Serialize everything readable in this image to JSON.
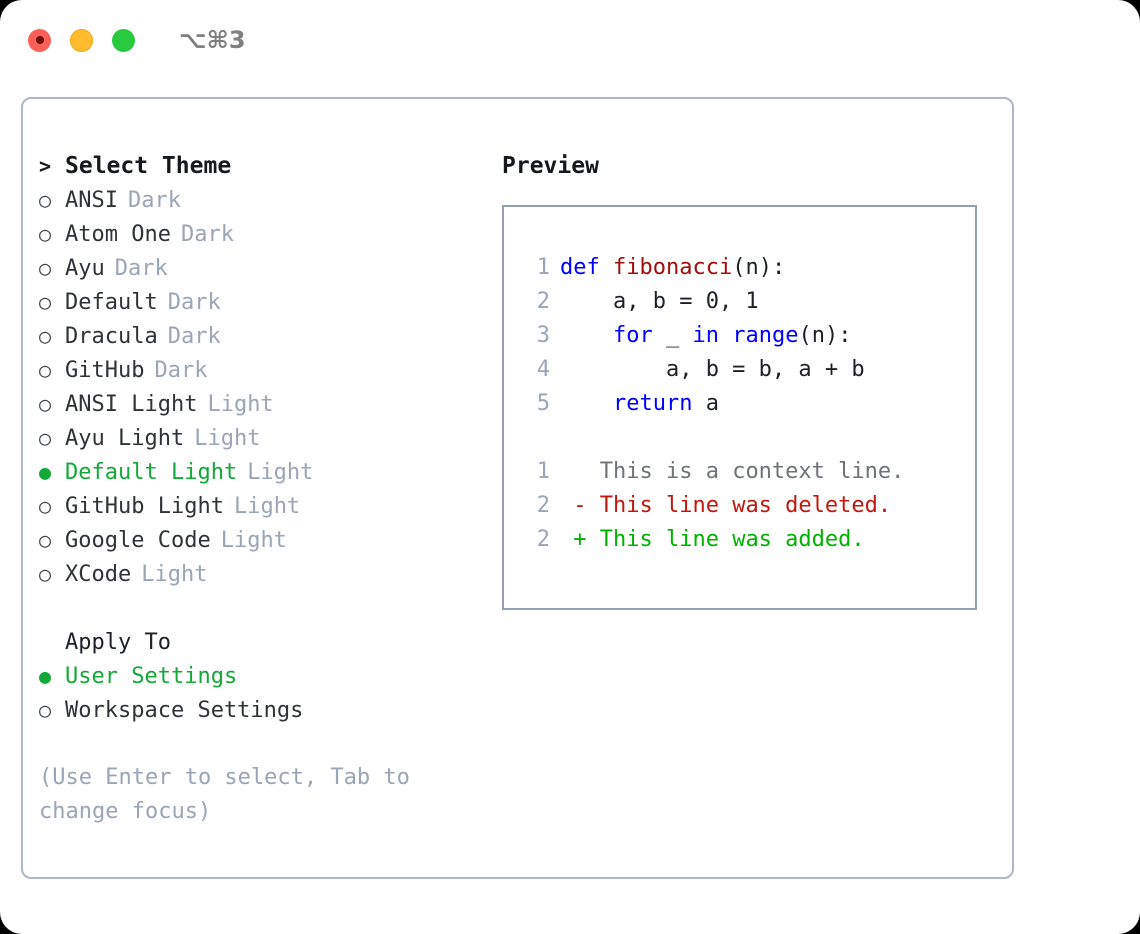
{
  "window": {
    "shortcut": "⌥⌘3",
    "traffic_lights": [
      {
        "name": "close",
        "color": "#fc5f57"
      },
      {
        "name": "minimize",
        "color": "#ffbd2e"
      },
      {
        "name": "maximize",
        "color": "#28c83f"
      }
    ]
  },
  "theme_picker": {
    "header_prefix": ">",
    "header": "Select Theme",
    "bullet_unselected": "○",
    "bullet_selected": "●",
    "items": [
      {
        "label": "ANSI",
        "tag": "Dark",
        "selected": false
      },
      {
        "label": "Atom One",
        "tag": "Dark",
        "selected": false
      },
      {
        "label": "Ayu",
        "tag": "Dark",
        "selected": false
      },
      {
        "label": "Default",
        "tag": "Dark",
        "selected": false
      },
      {
        "label": "Dracula",
        "tag": "Dark",
        "selected": false
      },
      {
        "label": "GitHub",
        "tag": "Dark",
        "selected": false
      },
      {
        "label": "ANSI Light",
        "tag": "Light",
        "selected": false
      },
      {
        "label": "Ayu Light",
        "tag": "Light",
        "selected": false
      },
      {
        "label": "Default Light",
        "tag": "Light",
        "selected": true
      },
      {
        "label": "GitHub Light",
        "tag": "Light",
        "selected": false
      },
      {
        "label": "Google Code",
        "tag": "Light",
        "selected": false
      },
      {
        "label": "XCode",
        "tag": "Light",
        "selected": false
      }
    ]
  },
  "apply_to": {
    "title": "Apply To",
    "items": [
      {
        "label": "User Settings",
        "selected": true
      },
      {
        "label": "Workspace Settings",
        "selected": false
      }
    ]
  },
  "hint": "(Use Enter to select, Tab to change focus)",
  "preview": {
    "title": "Preview",
    "code_lines": [
      {
        "number": "1",
        "tokens": [
          {
            "text": "def ",
            "kind": "kw"
          },
          {
            "text": "fibonacci",
            "kind": "fn"
          },
          {
            "text": "(n):",
            "kind": "plain"
          }
        ]
      },
      {
        "number": "2",
        "tokens": [
          {
            "text": "    a, b = 0, 1",
            "kind": "plain"
          }
        ]
      },
      {
        "number": "3",
        "tokens": [
          {
            "text": "    ",
            "kind": "plain"
          },
          {
            "text": "for",
            "kind": "kw"
          },
          {
            "text": " _ ",
            "kind": "plain"
          },
          {
            "text": "in",
            "kind": "kw"
          },
          {
            "text": " ",
            "kind": "plain"
          },
          {
            "text": "range",
            "kind": "kw"
          },
          {
            "text": "(n):",
            "kind": "plain"
          }
        ]
      },
      {
        "number": "4",
        "tokens": [
          {
            "text": "        a, b = b, a + b",
            "kind": "plain"
          }
        ]
      },
      {
        "number": "5",
        "tokens": [
          {
            "text": "    ",
            "kind": "plain"
          },
          {
            "text": "return",
            "kind": "kw"
          },
          {
            "text": " a",
            "kind": "plain"
          }
        ]
      }
    ],
    "diff_lines": [
      {
        "number": "1",
        "marker": " ",
        "text": " This is a context line.",
        "kind": "ctx"
      },
      {
        "number": "2",
        "marker": "-",
        "text": " This line was deleted.",
        "kind": "del"
      },
      {
        "number": "2",
        "marker": "+",
        "text": " This line was added.",
        "kind": "add"
      }
    ]
  },
  "colors": {
    "accent_green": "#14a83a",
    "muted": "#9aa5b5",
    "keyword_blue": "#0000ff",
    "function_red": "#a30d0d",
    "diff_delete": "#c0180f",
    "diff_add": "#00b200",
    "panel_border": "#aeb8c6"
  }
}
